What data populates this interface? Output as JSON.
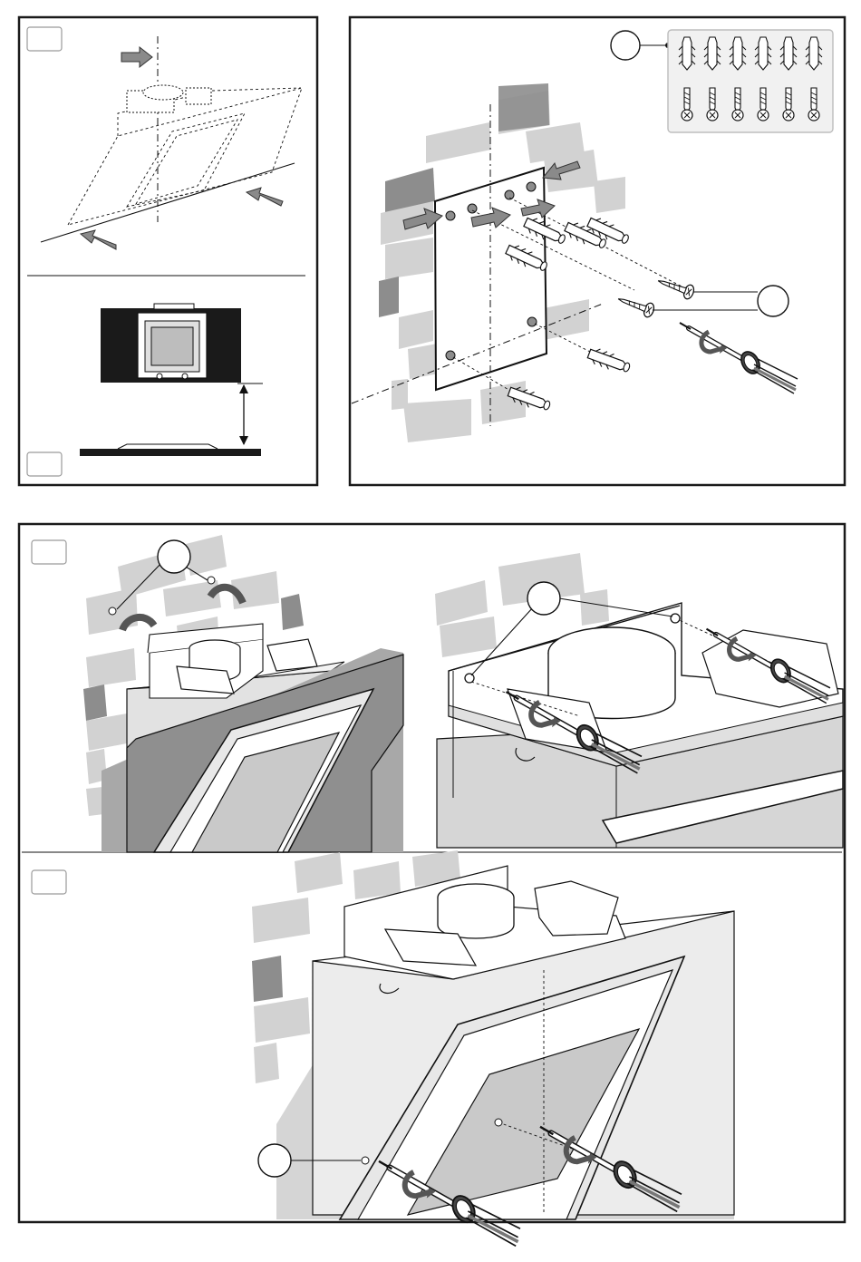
{
  "figure": {
    "steps": [
      {
        "id": "step-a",
        "badge": ""
      },
      {
        "id": "step-b",
        "badge": ""
      },
      {
        "id": "step-c",
        "badge": ""
      },
      {
        "id": "step-d",
        "badge": ""
      },
      {
        "id": "step-e",
        "badge": ""
      }
    ],
    "callouts": [
      {
        "id": "callout-fixing-kit",
        "label": ""
      },
      {
        "id": "callout-screws",
        "label": ""
      },
      {
        "id": "callout-bracket-screws-left",
        "label": ""
      },
      {
        "id": "callout-bracket-screws-right",
        "label": ""
      },
      {
        "id": "callout-glass-screw",
        "label": ""
      }
    ],
    "colors": {
      "outline": "#1a1a1a",
      "brick_light": "#d2d2d2",
      "brick_dark": "#8d8d8d",
      "arrow": "#8a8a8a",
      "glass": "#c9c9c9",
      "hood_body": "#e9e9e9",
      "badge_border": "#9a9a9a"
    },
    "icons": [
      "arrow-right-icon",
      "arrow-up-left-icon",
      "curved-arrow-icon",
      "wall-plug-icon",
      "screw-icon",
      "screwdriver-icon",
      "dimension-arrow-icon"
    ]
  }
}
